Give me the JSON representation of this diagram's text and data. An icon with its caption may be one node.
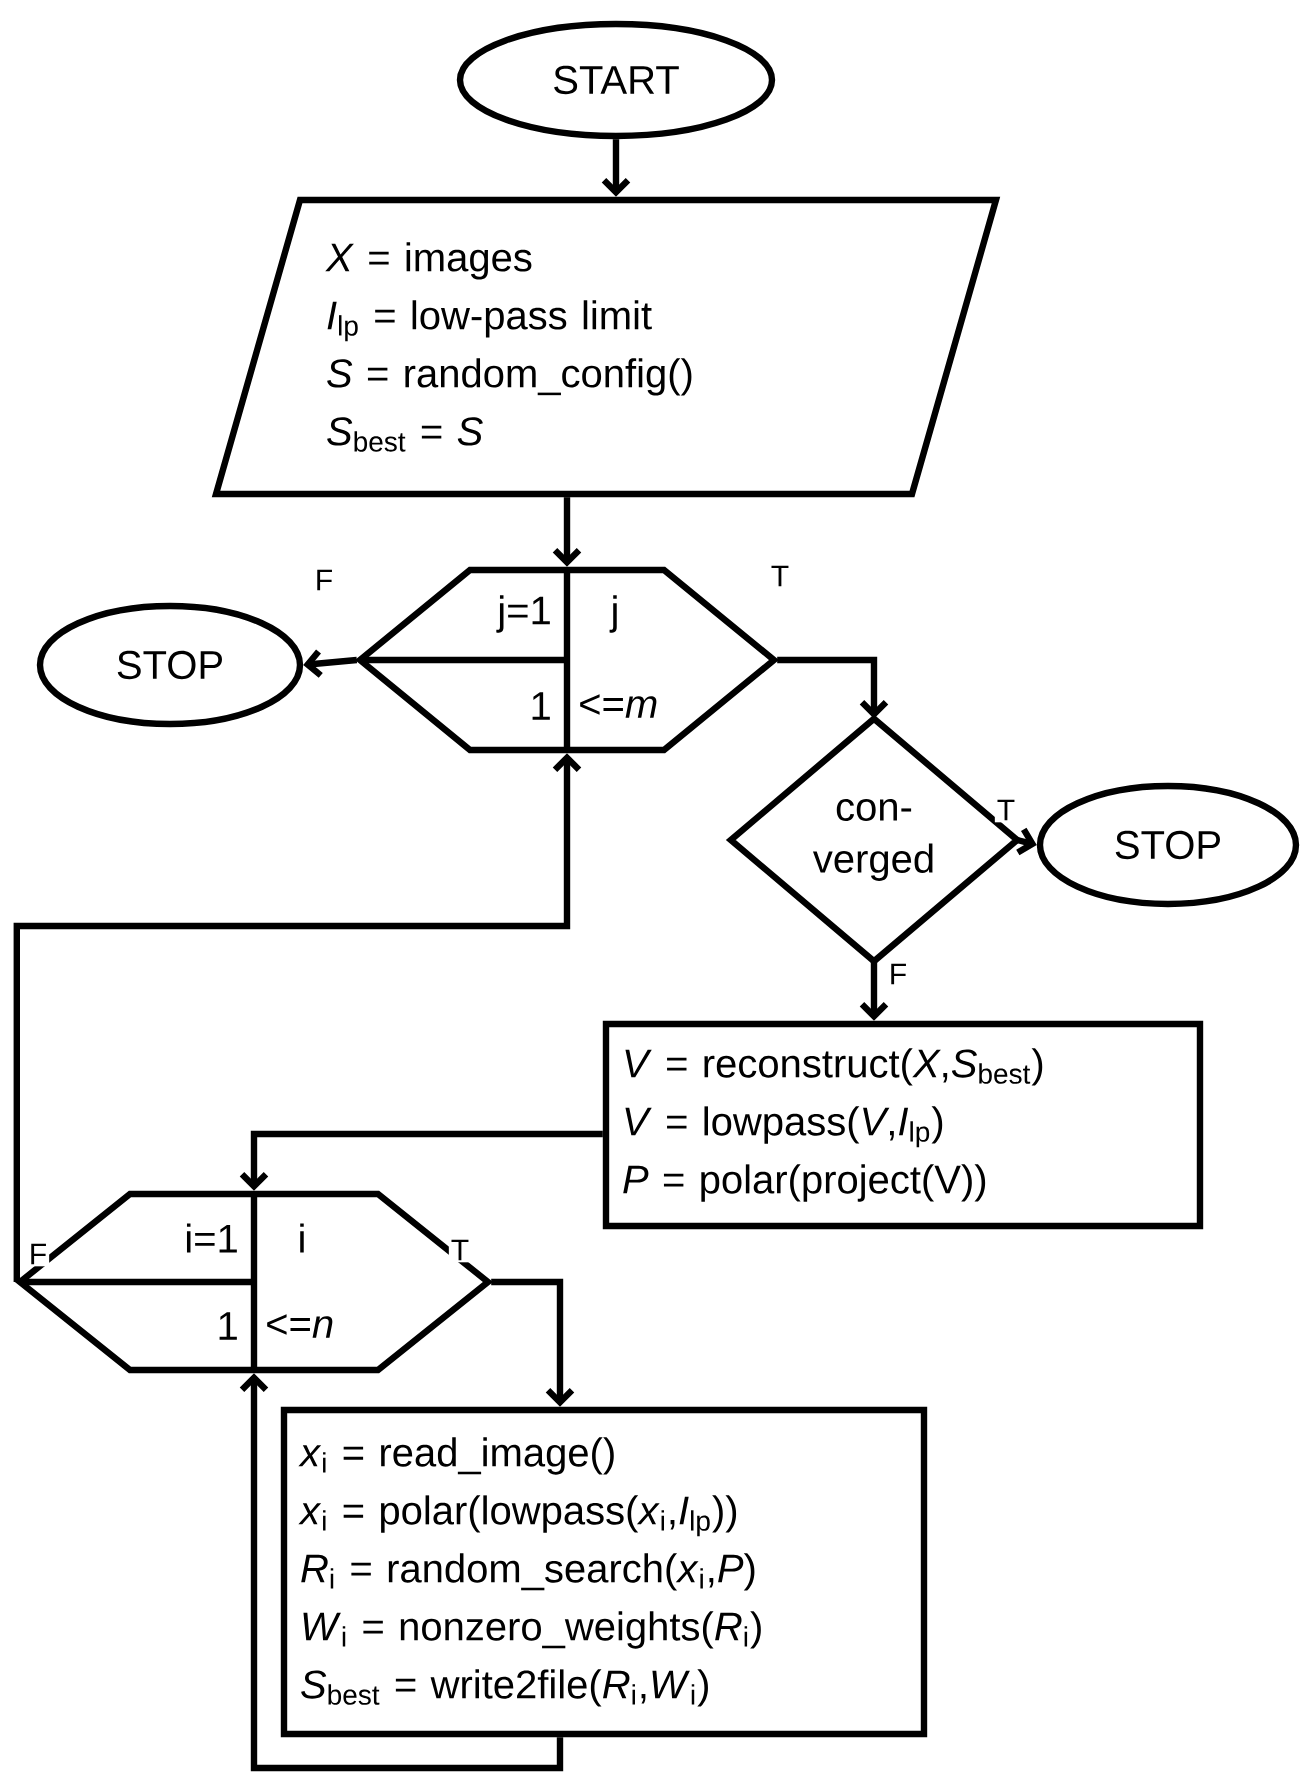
{
  "diagram": {
    "nodes": [
      {
        "text": [
          "START"
        ]
      },
      {
        "text": [
          "*X* = images",
          "*I*$_{lp}$ = low-pass limit",
          "*S* = random_config()",
          "*S*$_{best}$ = *S*"
        ]
      },
      {
        "text": [
          "j=1",
          "j",
          "1",
          "<=*m*"
        ]
      },
      {
        "text": [
          "STOP"
        ]
      },
      {
        "text": [
          "con- verged"
        ]
      },
      {
        "text": [
          "STOP"
        ]
      },
      {
        "text": [
          "*V* = reconstruct(*X*,*S*$_{best}$)",
          "*V* = lowpass(*V*,*I*$_{lp}$)",
          "*P* = polar(project(V))"
        ]
      },
      {
        "text": [
          "i=1",
          "i",
          "1",
          "<=*n*"
        ]
      },
      {
        "text": [
          "*x*$_{i}$ = read_image()",
          "*x*$_{i}$ = polar(lowpass(*x*$_{i}$,*I*$_{lp}$))",
          "*R*$_{i}$ = random_search(*x*$_{i}$,*P*)",
          "*W*$_{i}$ = nonzero_weights(*R*$_{i}$)",
          "*S*$_{best}$ = write2file(*R*$_{i}$,*W*$_{i}$)"
        ]
      }
    ],
    "edges": [
      {
        "from": 0,
        "to": 1,
        "arrow": "to"
      },
      {
        "from": 1,
        "to": 2,
        "arrow": "to"
      },
      {
        "from": 2,
        "to": 3,
        "arrow": "to",
        "label": "F"
      },
      {
        "from": 2,
        "to": 4,
        "arrow": "to",
        "label": "T"
      },
      {
        "from": 4,
        "to": 5,
        "arrow": "to",
        "label": "T"
      },
      {
        "from": 4,
        "to": 6,
        "arrow": "to",
        "label": "F"
      },
      {
        "from": 6,
        "to": 7,
        "arrow": "to"
      },
      {
        "from": 7,
        "to": 8,
        "arrow": "to",
        "label": "T"
      },
      {
        "from": 8,
        "to": 7,
        "arrow": "to"
      },
      {
        "from": 7,
        "to": 2,
        "arrow": "to",
        "label": "F"
      }
    ]
  }
}
